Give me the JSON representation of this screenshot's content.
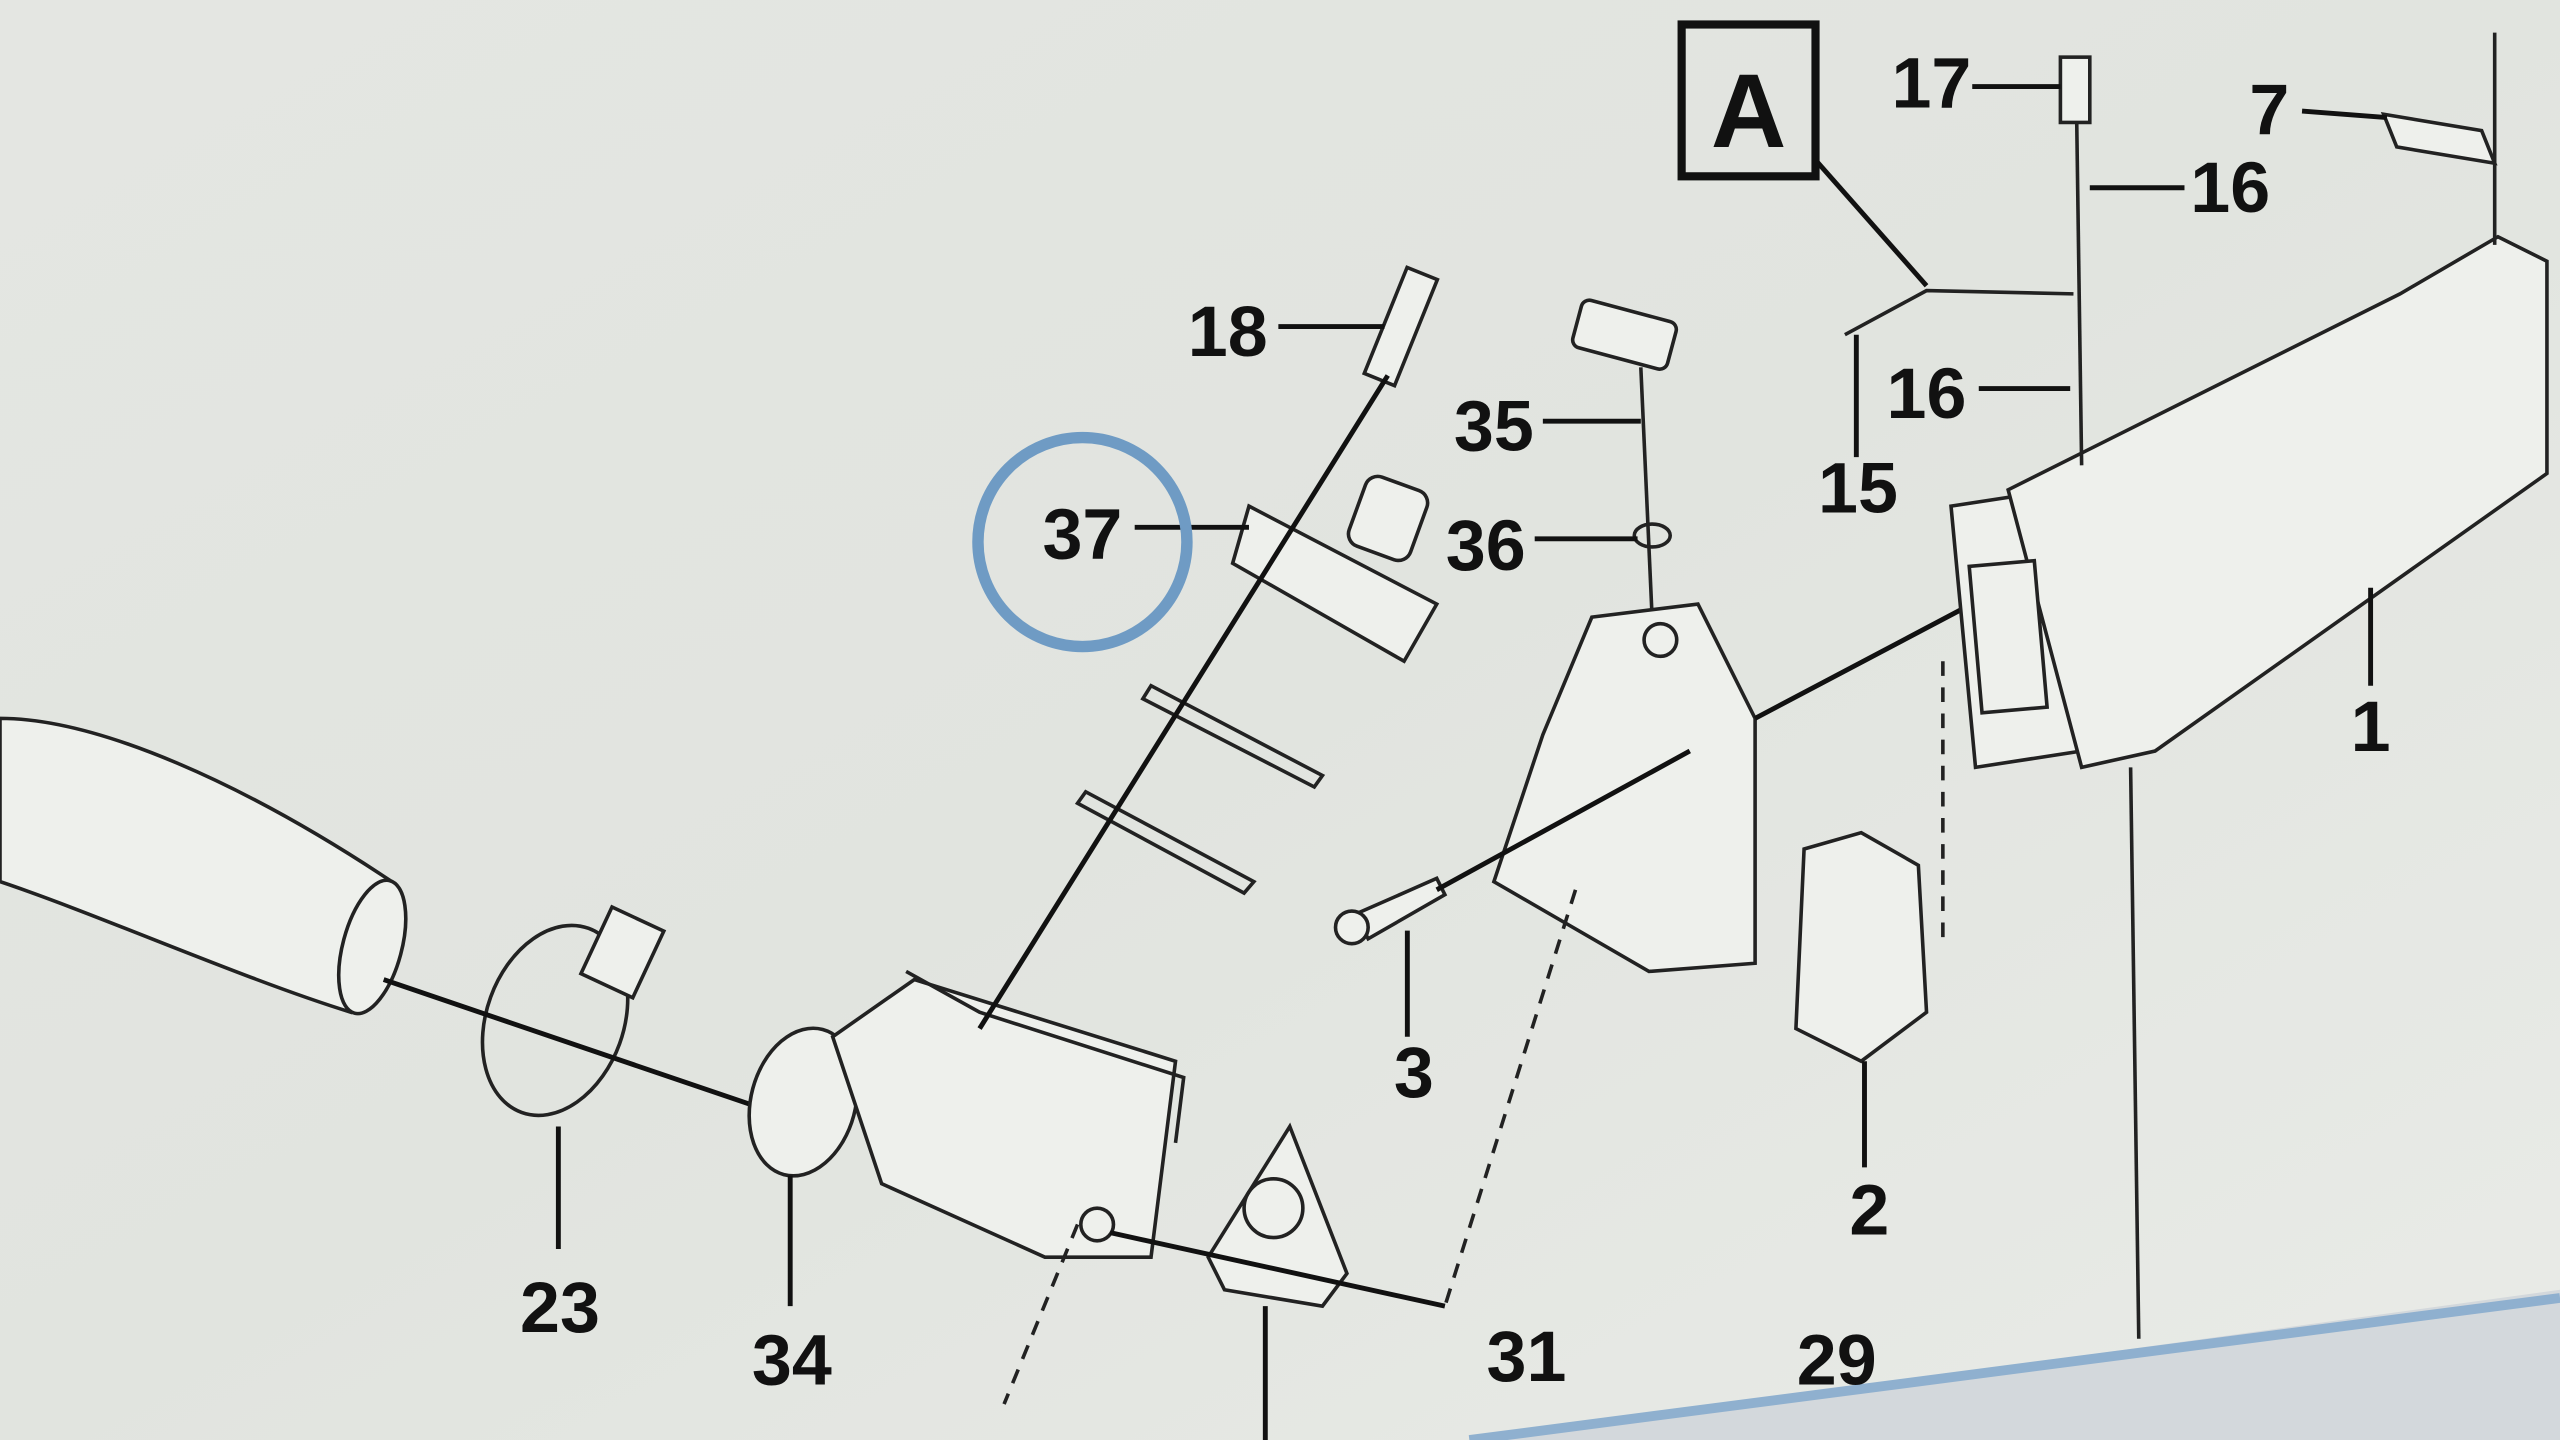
{
  "diagram": {
    "view_label": "A",
    "highlighted_part": "37",
    "highlight_color": "#6f9bc4",
    "part_labels": [
      {
        "id": "p18",
        "text": "18"
      },
      {
        "id": "p37",
        "text": "37"
      },
      {
        "id": "p35",
        "text": "35"
      },
      {
        "id": "p36",
        "text": "36"
      },
      {
        "id": "p15",
        "text": "15"
      },
      {
        "id": "p17",
        "text": "17"
      },
      {
        "id": "p16a",
        "text": "16"
      },
      {
        "id": "p16b",
        "text": "16"
      },
      {
        "id": "p7",
        "text": "7"
      },
      {
        "id": "p1",
        "text": "1"
      },
      {
        "id": "p3",
        "text": "3"
      },
      {
        "id": "p2",
        "text": "2"
      },
      {
        "id": "p23",
        "text": "23"
      },
      {
        "id": "p34",
        "text": "34"
      },
      {
        "id": "p31",
        "text": "31"
      },
      {
        "id": "p29",
        "text": "29"
      }
    ]
  }
}
